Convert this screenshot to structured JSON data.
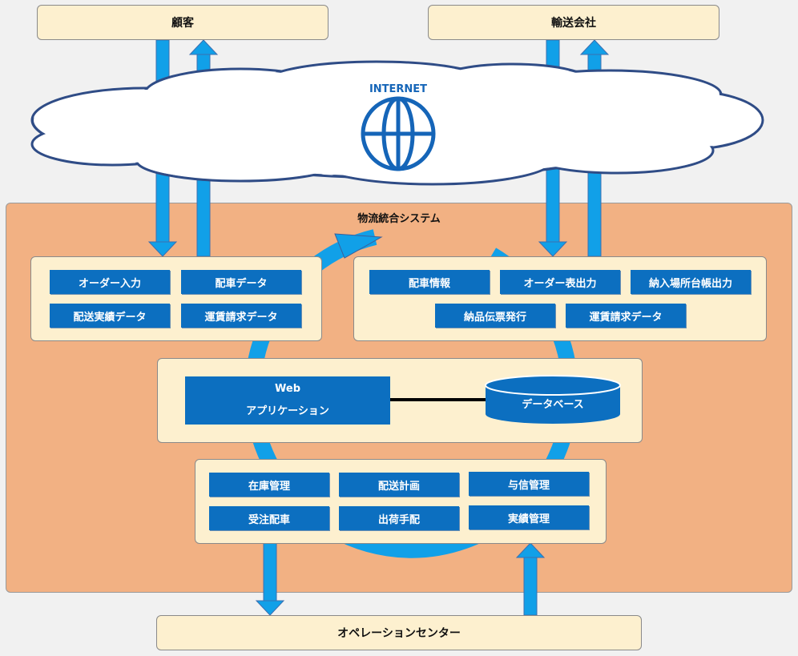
{
  "external": {
    "customer": "顧客",
    "carrier": "輸送会社",
    "operations_center": "オペレーションセンター"
  },
  "internet": {
    "label": "INTERNET"
  },
  "system": {
    "title": "物流統合システム",
    "customer_functions": [
      "オーダー入力",
      "配車データ",
      "配送実績データ",
      "運賃請求データ"
    ],
    "carrier_functions": [
      "配車情報",
      "オーダー表出力",
      "納入場所台帳出力",
      "納品伝票発行",
      "運賃請求データ"
    ],
    "core": {
      "web_app_line1": "Web",
      "web_app_line2": "アプリケーション",
      "database": "データベース"
    },
    "operations_functions": [
      "在庫管理",
      "配送計画",
      "与信管理",
      "受注配車",
      "出荷手配",
      "実績管理"
    ]
  },
  "colors": {
    "box_blue": "#0c6fc0",
    "arrow_blue": "#11a0e8",
    "system_bg": "#f2b183",
    "panel_bg": "#fdf0cf",
    "internet_blue": "#1565b8"
  }
}
